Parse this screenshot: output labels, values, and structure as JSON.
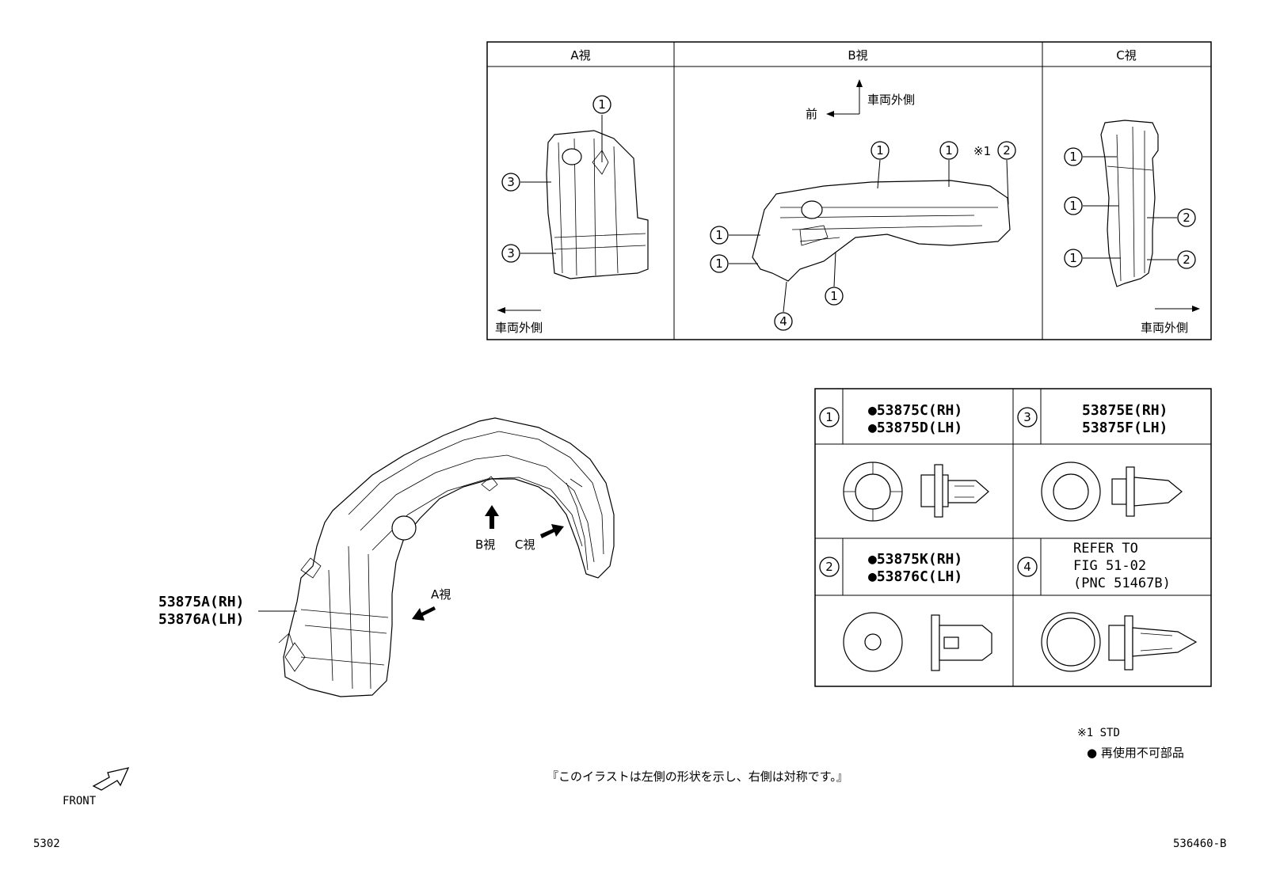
{
  "views": {
    "a_title": "A視",
    "b_title": "B視",
    "c_title": "C視",
    "outer_side": "車両外側",
    "front_jp": "前"
  },
  "callouts": {
    "n1": "1",
    "n2": "2",
    "n3": "3",
    "n4": "4",
    "std_mark": "※1"
  },
  "main_part": {
    "label_rh": "53875A(RH)",
    "label_lh": "53876A(LH)",
    "arrow_a": "A視",
    "arrow_b": "B視",
    "arrow_c": "C視"
  },
  "parts_table": {
    "p1_num": "1",
    "p1_rh": "●53875C(RH)",
    "p1_lh": "●53875D(LH)",
    "p3_num": "3",
    "p3_rh": "53875E(RH)",
    "p3_lh": "53875F(LH)",
    "p2_num": "2",
    "p2_rh": "●53875K(RH)",
    "p2_lh": "●53876C(LH)",
    "p4_num": "4",
    "p4_line1": "REFER TO",
    "p4_line2": "FIG 51-02",
    "p4_line3": "(PNC 51467B)"
  },
  "notes": {
    "std": "※1 STD",
    "non_reusable": "● 再使用不可部品",
    "symmetry": "『このイラストは左側の形状を示し、右側は対称です。』",
    "front": "FRONT",
    "page_left": "5302",
    "page_right": "536460-B"
  }
}
